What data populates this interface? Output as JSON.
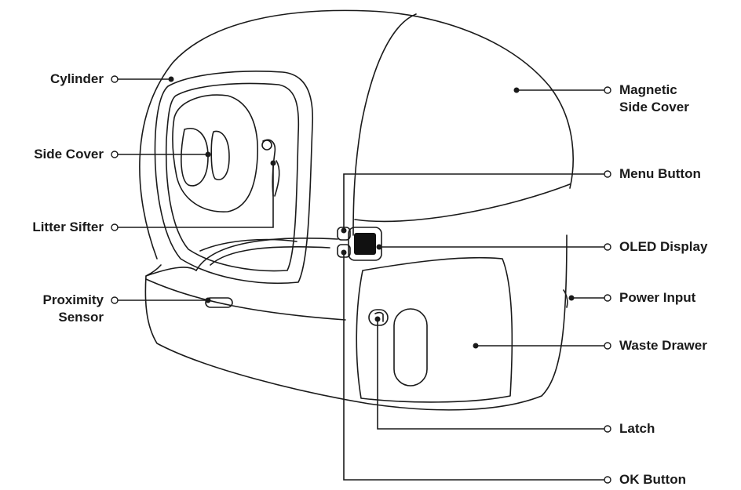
{
  "labels": {
    "cylinder": "Cylinder",
    "side_cover": "Side Cover",
    "litter_sifter": "Litter Sifter",
    "proximity_sensor": [
      "Proximity",
      "Sensor"
    ],
    "magnetic_side_cover": [
      "Magnetic",
      "Side Cover"
    ],
    "menu_button": "Menu Button",
    "oled_display": "OLED Display",
    "power_input": "Power Input",
    "waste_drawer": "Waste Drawer",
    "latch": "Latch",
    "ok_button": "OK Button"
  },
  "colors": {
    "outline": "#1a1a1a",
    "text": "#1a1a1a",
    "display": "#111111",
    "background": "#ffffff"
  }
}
